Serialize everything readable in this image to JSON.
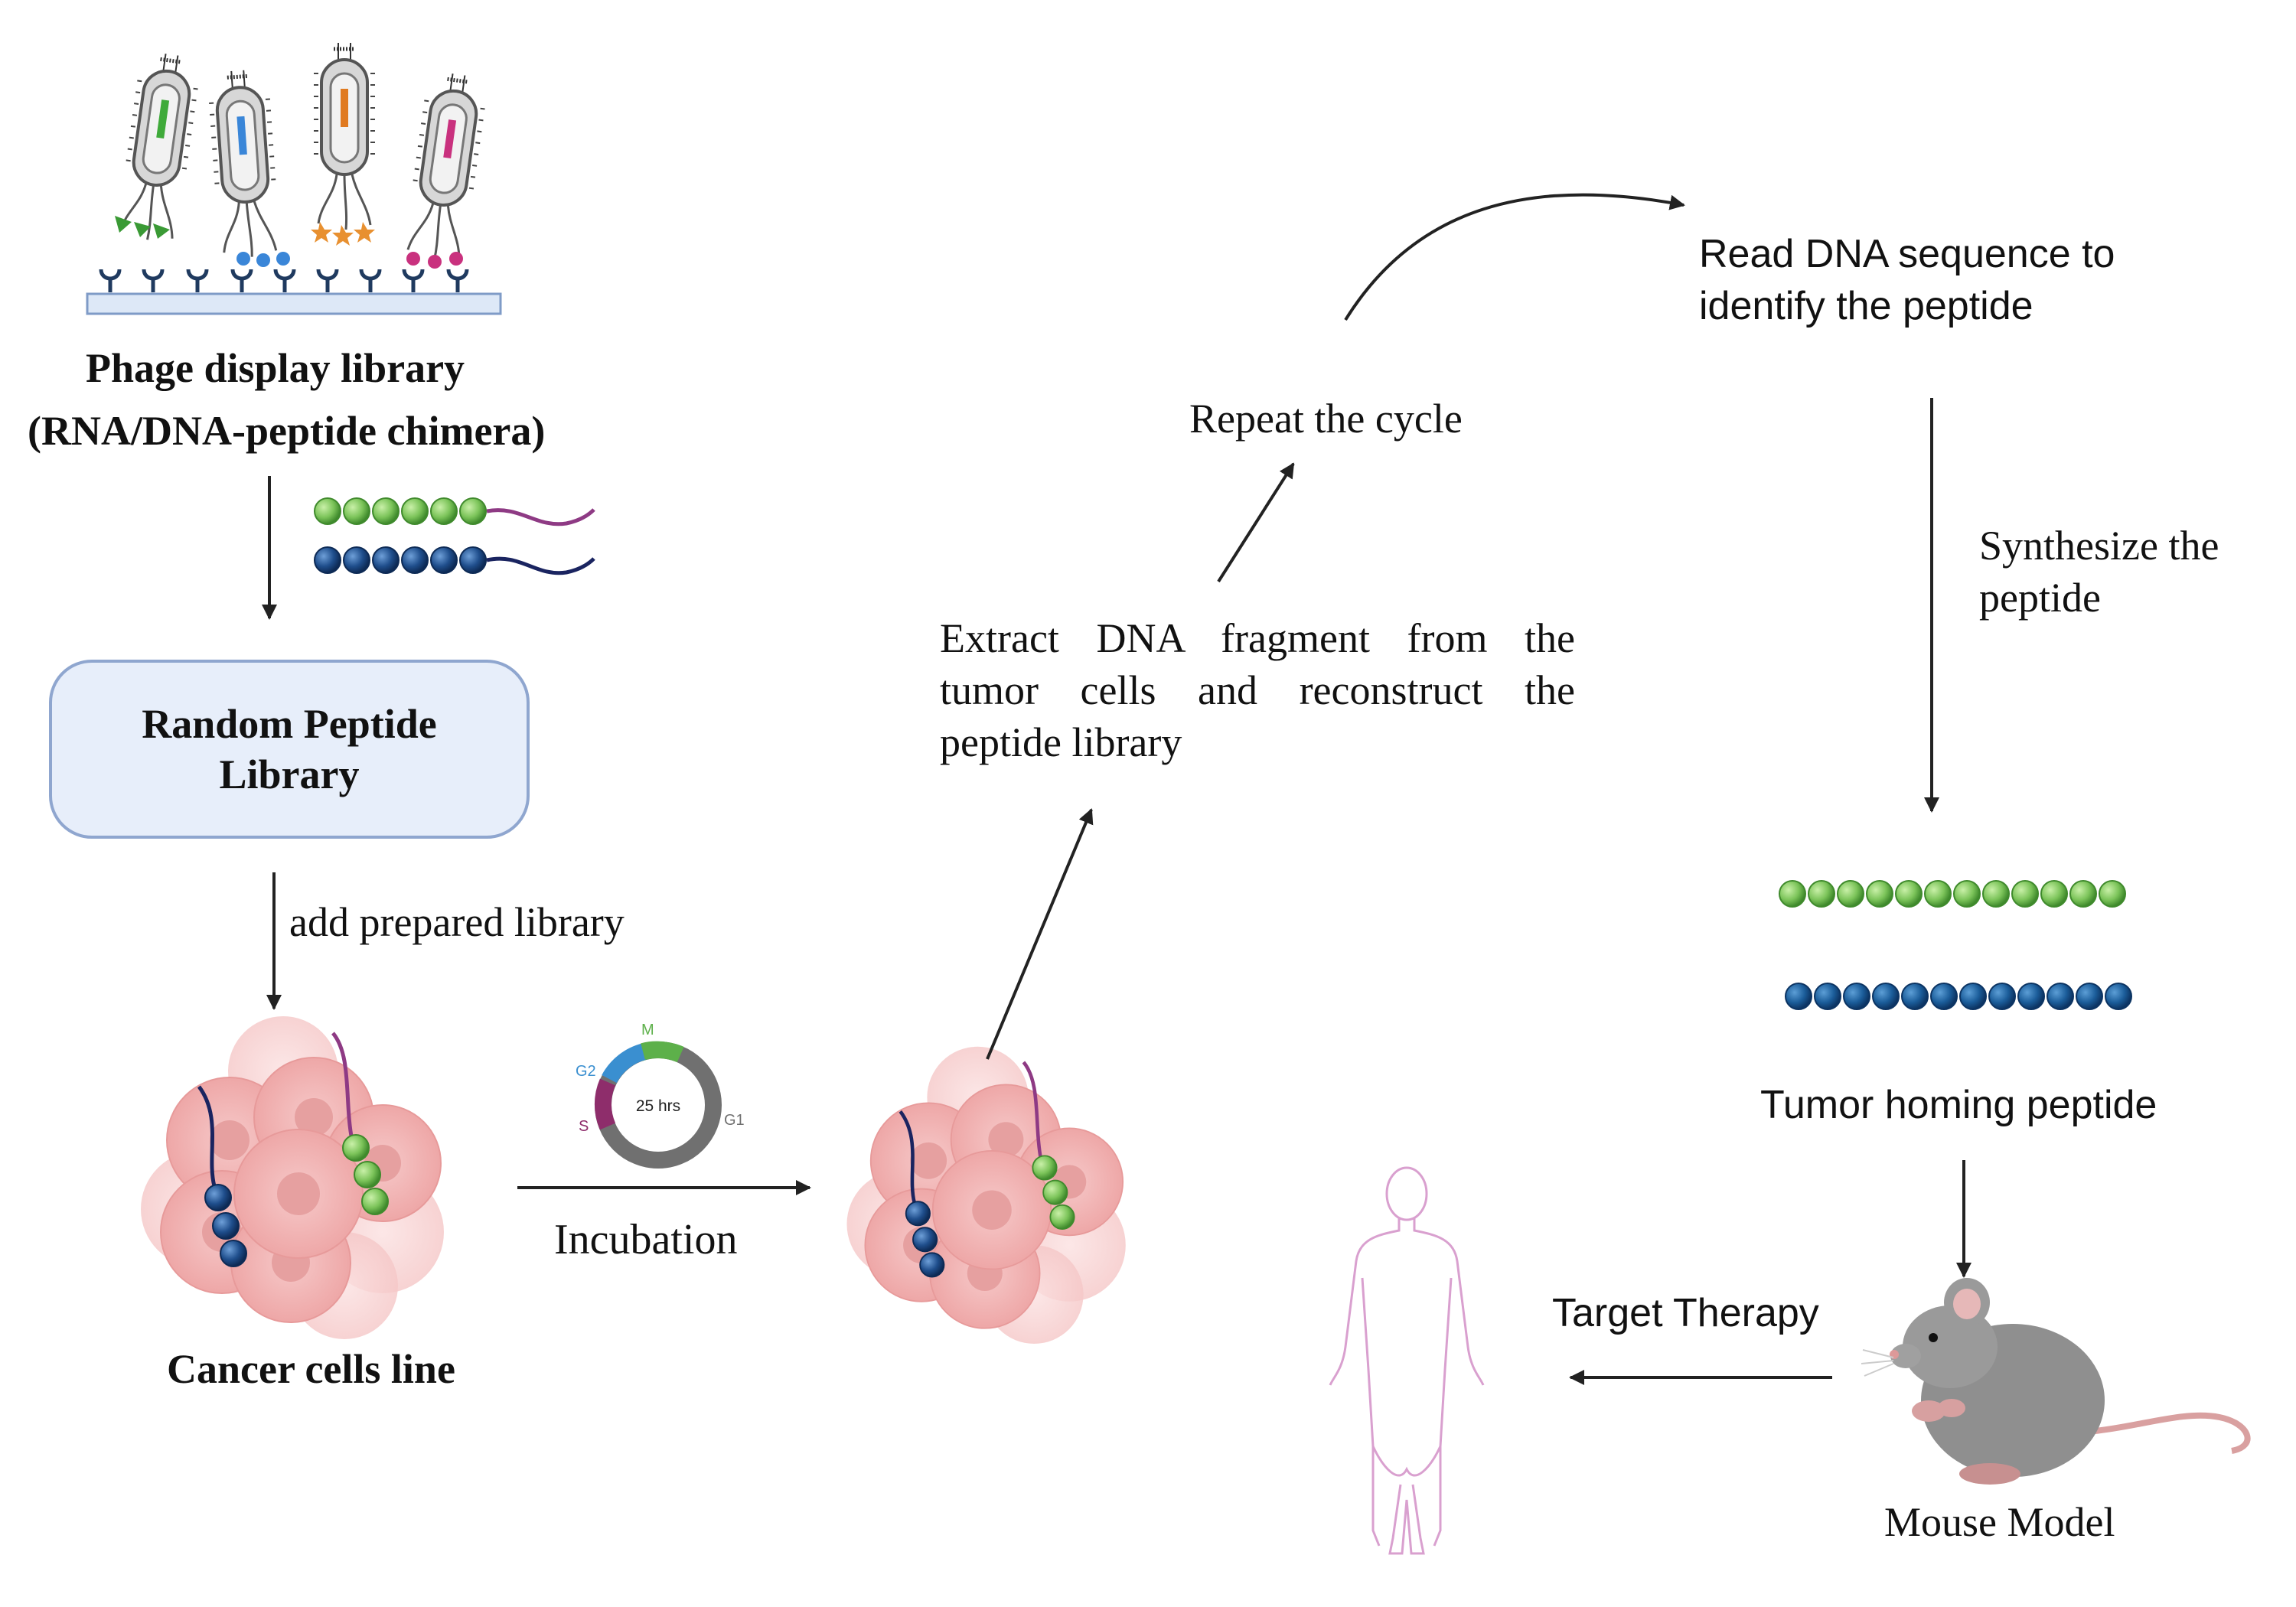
{
  "labels": {
    "phage_title_line1": "Phage display library",
    "phage_title_line2": "(RNA/DNA-peptide chimera)",
    "library_box_line1": "Random Peptide",
    "library_box_line2": "Library",
    "add_library": "add prepared library",
    "cancer_cells": "Cancer cells line",
    "incubation": "Incubation",
    "extract_dna": "Extract DNA fragment from the tumor cells and reconstruct the peptide library",
    "repeat_cycle": "Repeat the cycle",
    "read_dna_line1": "Read DNA sequence to",
    "read_dna_line2": "identify the peptide",
    "synthesize_line1": "Synthesize the",
    "synthesize_line2": "peptide",
    "tumor_homing": "Tumor homing peptide",
    "target_therapy": "Target Therapy",
    "mouse_model": "Mouse Model"
  },
  "cell_cycle": {
    "center_label": "25 hrs",
    "phases": [
      {
        "name": "M",
        "color": "#5db04a"
      },
      {
        "name": "G2",
        "color": "#3a8fd0"
      },
      {
        "name": "S",
        "color": "#8e2d6b"
      },
      {
        "name": "G1",
        "color": "#707070"
      }
    ]
  },
  "colors": {
    "green_bead": "#7cc45a",
    "blue_bead": "#1f4e8c",
    "cell_pink": "#f2b3b3",
    "box_fill": "#e7eefa",
    "box_border": "#8fa6cf",
    "arrow": "#222222",
    "human_outline": "#d9a0cf",
    "mouse_gray": "#8f8f8f"
  },
  "icons": [
    "bacteriophage-icon",
    "peptide-chain-icon",
    "cancer-cell-cluster-icon",
    "cell-cycle-icon",
    "human-body-icon",
    "mouse-icon"
  ]
}
